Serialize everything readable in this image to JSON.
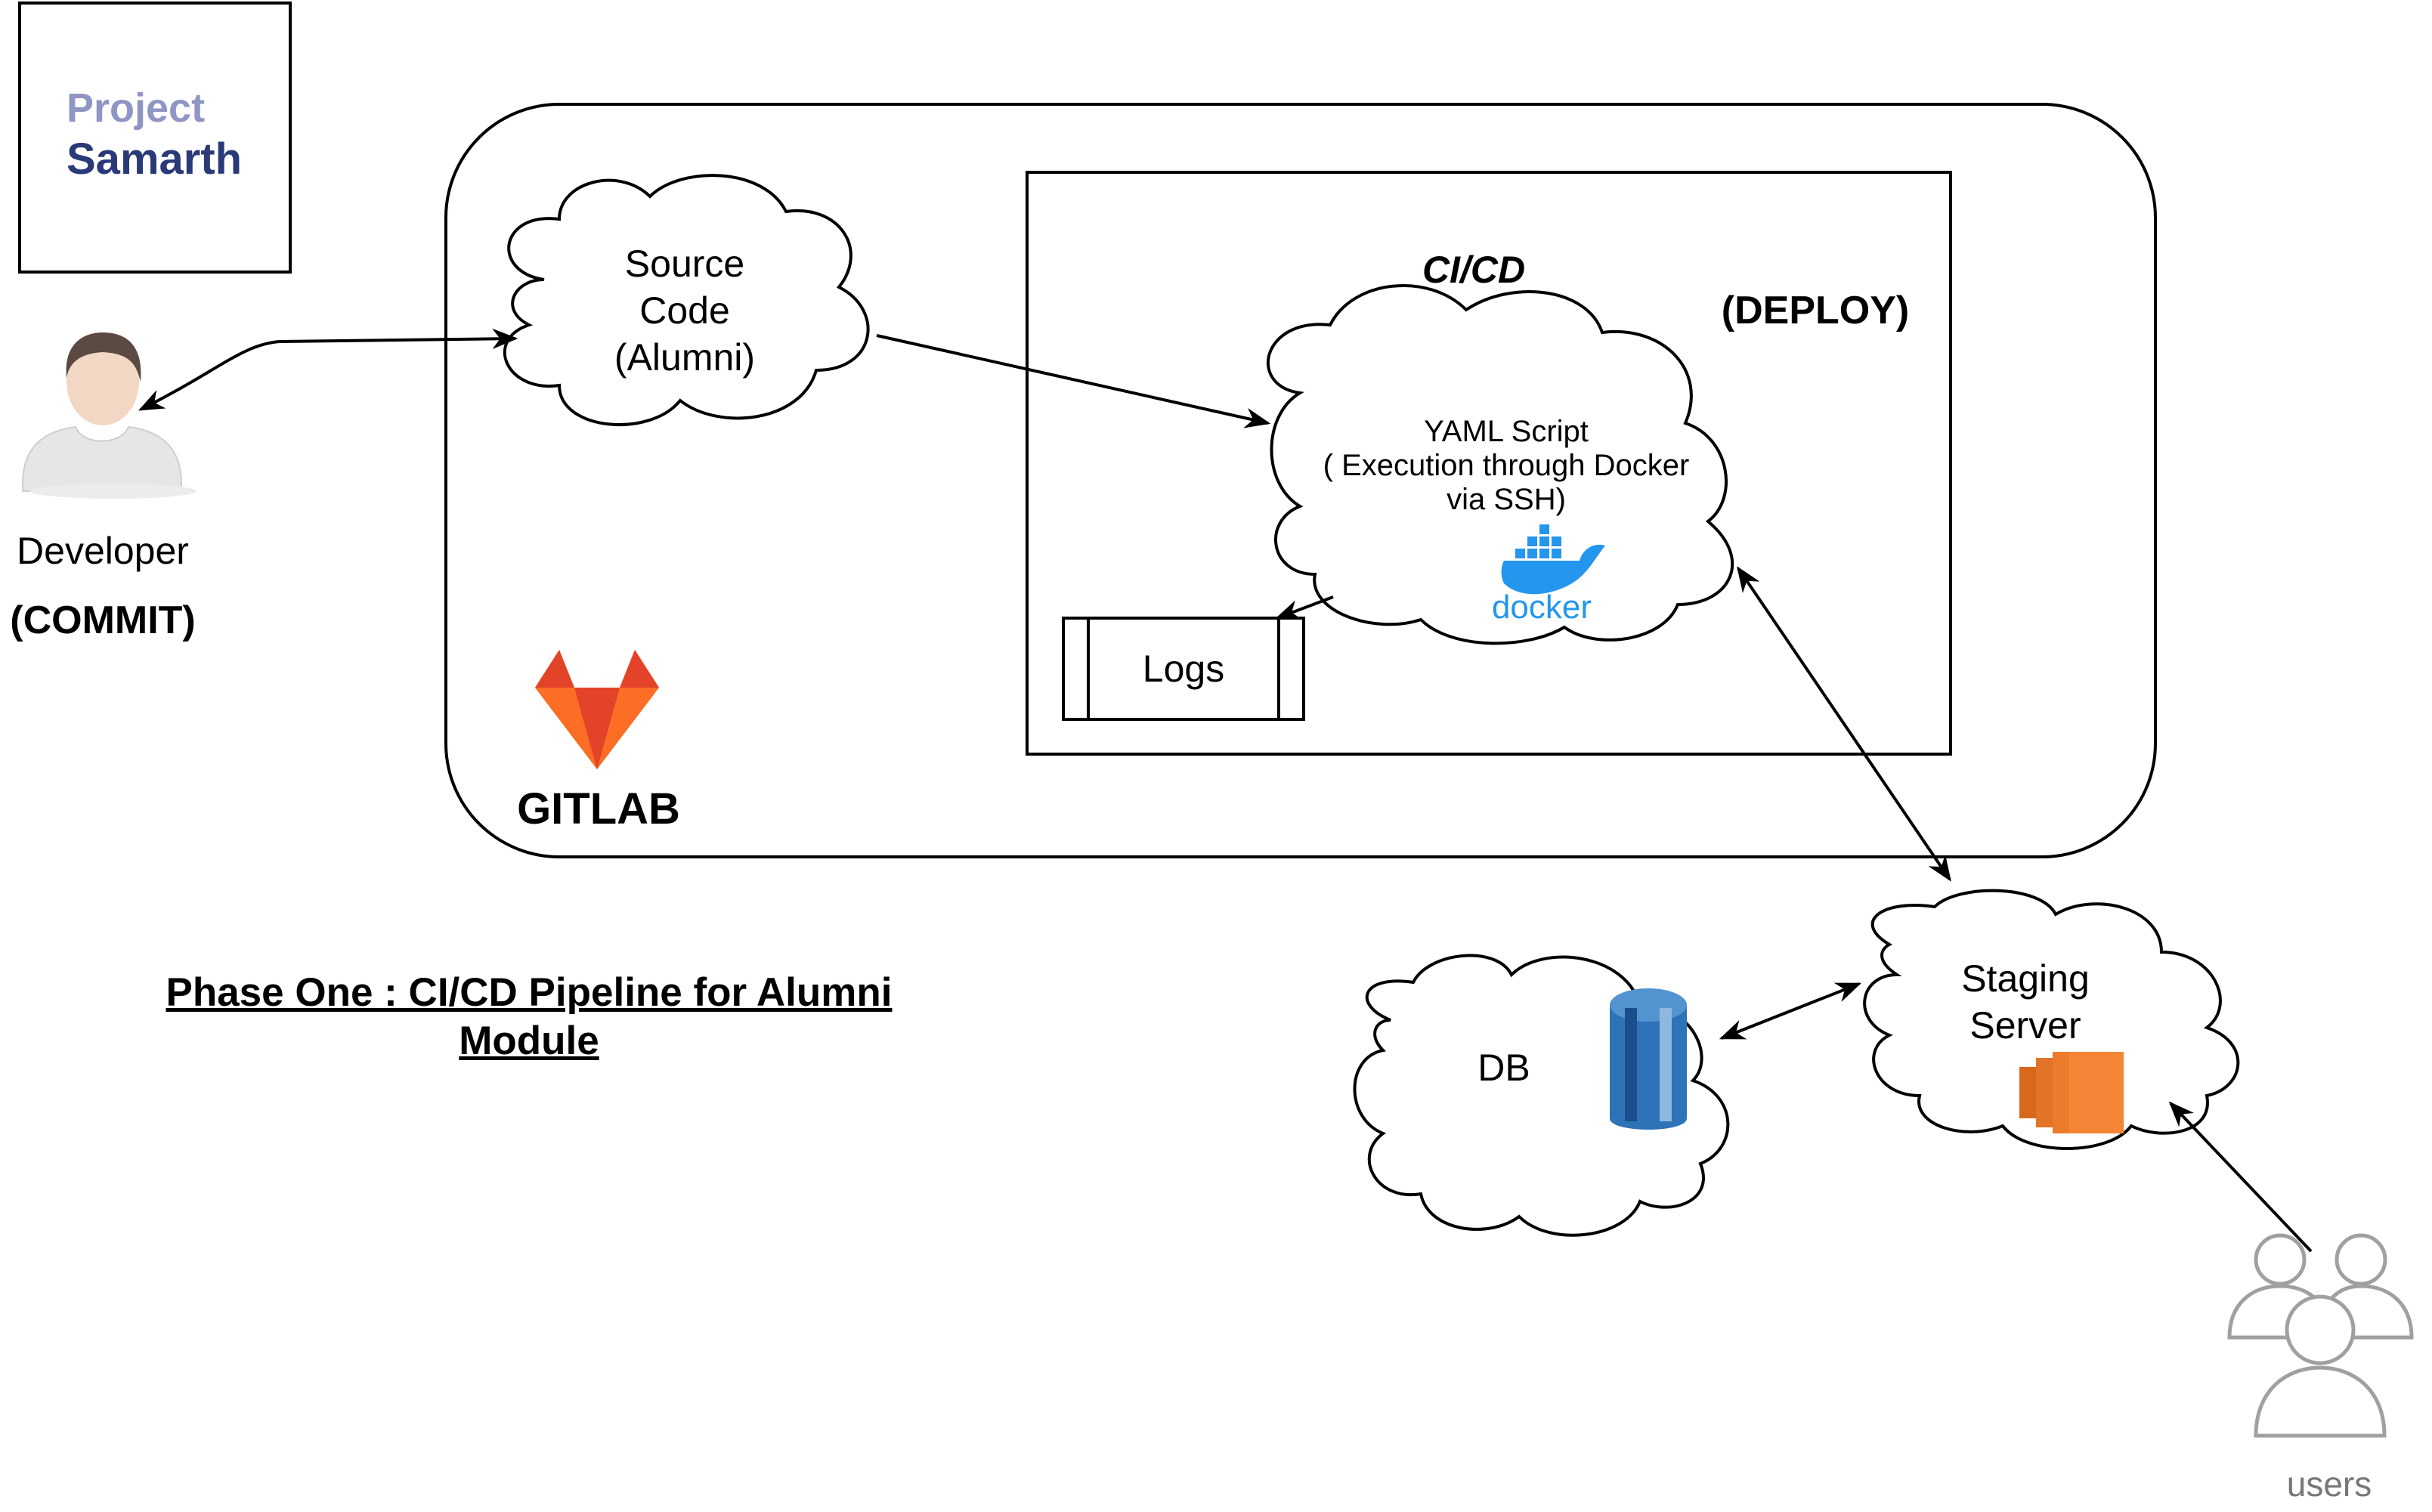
{
  "logo": {
    "line1": "Project",
    "line2": "Samarth"
  },
  "developer": {
    "label": "Developer",
    "action": "(COMMIT)"
  },
  "gitlab": {
    "label": "GITLAB"
  },
  "source_code": {
    "line1": "Source",
    "line2": "Code",
    "line3": "(Alumni)"
  },
  "cicd": {
    "title": "CI/CD",
    "action": "(DEPLOY)"
  },
  "yaml": {
    "line1": "YAML Script",
    "line2": "( Execution through Docker",
    "line3": "via SSH)",
    "docker_label": "docker"
  },
  "logs": {
    "label": "Logs"
  },
  "db": {
    "label": "DB"
  },
  "staging": {
    "line1": "Staging",
    "line2": "Server"
  },
  "users": {
    "label": "users"
  },
  "caption": {
    "line1": "Phase One : CI/CD Pipeline for Alumni",
    "line2": "Module"
  },
  "colors": {
    "logo_light": "#8f96c4",
    "logo_dark": "#2a3a78",
    "gitlab_orange": "#e24329",
    "gitlab_light": "#fca326",
    "docker_blue": "#2496ed",
    "aws_orange": "#f58536",
    "db_blue": "#2e73b8",
    "users_gray": "#a0a0a0"
  }
}
